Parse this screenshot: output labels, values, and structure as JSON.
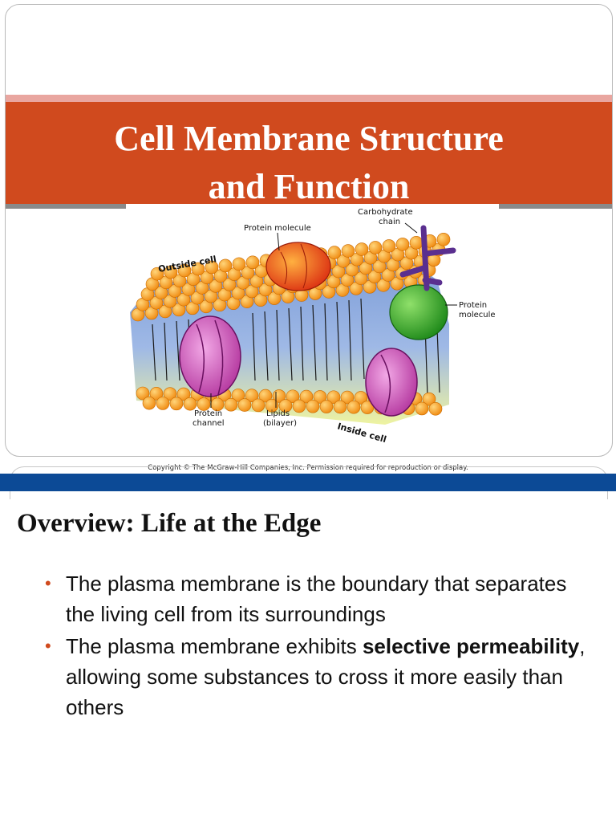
{
  "slide1": {
    "title_line1": "Cell Membrane Structure",
    "title_line2": "and Function",
    "diagram_labels": {
      "protein_top": "Protein molecule",
      "carbohydrate_1": "Carbohydrate",
      "carbohydrate_2": "chain",
      "outside": "Outside cell",
      "protein_right_1": "Protein",
      "protein_right_2": "molecule",
      "channel_1": "Protein",
      "channel_2": "channel",
      "lipids_1": "Lipids",
      "lipids_2": "(bilayer)",
      "inside": "Inside cell"
    }
  },
  "copyright": "Copyright © The McGraw-Hill Companies, Inc. Permission required for reproduction or display.",
  "slide2": {
    "heading": "Overview: Life at the Edge",
    "bullet1": "The plasma membrane is the boundary that separates the living cell from its surroundings",
    "bullet2_pre": "The plasma membrane exhibits ",
    "bullet2_bold": "selective permeability",
    "bullet2_post": ", allowing some substances to cross it more easily than others"
  },
  "colors": {
    "title_band": "#d04a1e",
    "blue_bar": "#0c4a96",
    "lipid_head": "#f7a21e",
    "protein_purple": "#cc4fb0",
    "protein_green": "#3fae2a",
    "protein_red": "#e5431b",
    "carbohydrate": "#6b3fa0"
  }
}
